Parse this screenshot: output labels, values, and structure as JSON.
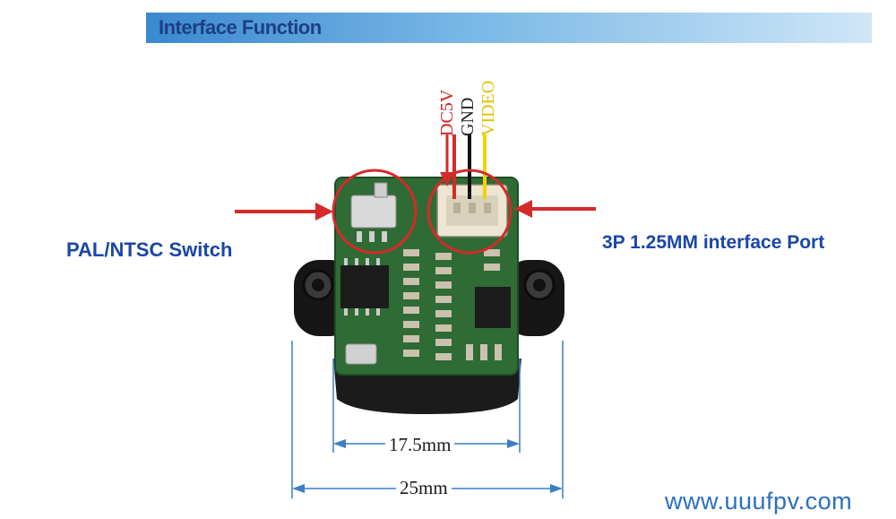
{
  "header": {
    "title": "Interface Function"
  },
  "labels": {
    "switch": "PAL/NTSC Switch",
    "port": "3P 1.25MM interface Port"
  },
  "wires": {
    "dc": "DC5V",
    "gnd": "GND",
    "video": "VIDEO"
  },
  "dimensions": {
    "inner": "17.5mm",
    "outer": "25mm"
  },
  "watermark": "www.uuufpv.com",
  "colors": {
    "accent": "#1a46a6",
    "arrow": "#d42a2a",
    "board": "#2f6b35",
    "dimension_line": "#3a7fc4"
  }
}
